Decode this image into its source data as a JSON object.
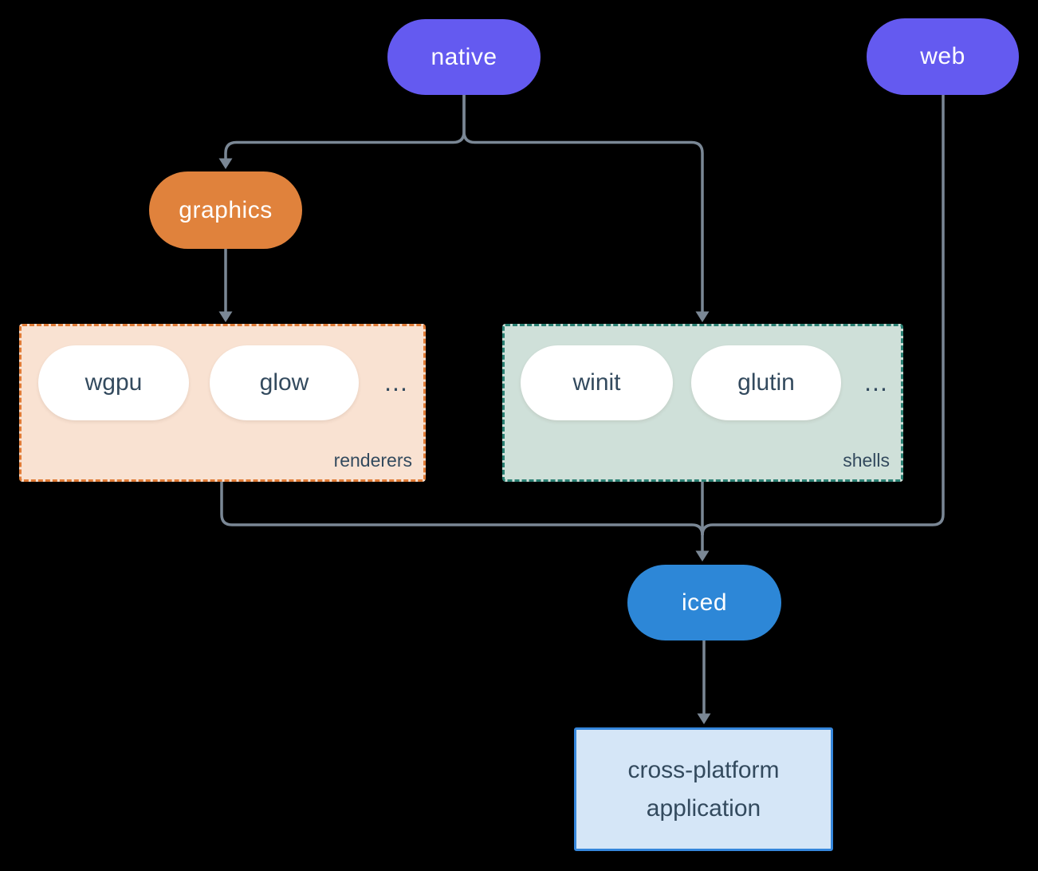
{
  "diagram": {
    "background_color": "#000000",
    "edge_color": "#7a8795",
    "nodes": {
      "native": {
        "label": "native",
        "fill": "#645af0",
        "text_color": "#ffffff"
      },
      "web": {
        "label": "web",
        "fill": "#645af0",
        "text_color": "#ffffff"
      },
      "graphics": {
        "label": "graphics",
        "fill": "#e0823c",
        "text_color": "#ffffff"
      },
      "iced": {
        "label": "iced",
        "fill": "#2d87d7",
        "text_color": "#ffffff"
      },
      "app": {
        "line1": "cross-platform",
        "line2": "application",
        "fill": "#d5e6f7",
        "border": "#3586db",
        "text_color": "#334a5e"
      }
    },
    "groups": {
      "renderers": {
        "label": "renderers",
        "fill": "#f9e2d2",
        "border": "#e07b36",
        "items": [
          {
            "label": "wgpu"
          },
          {
            "label": "glow"
          }
        ],
        "ellipsis": "...",
        "text_color": "#334a5e"
      },
      "shells": {
        "label": "shells",
        "fill": "#cfe0d9",
        "border": "#2a8073",
        "items": [
          {
            "label": "winit"
          },
          {
            "label": "glutin"
          }
        ],
        "ellipsis": "...",
        "text_color": "#334a5e"
      }
    },
    "edges": [
      {
        "from": "native",
        "to": "graphics"
      },
      {
        "from": "native",
        "to": "shells"
      },
      {
        "from": "graphics",
        "to": "renderers"
      },
      {
        "from": "renderers",
        "to": "iced"
      },
      {
        "from": "shells",
        "to": "iced"
      },
      {
        "from": "web",
        "to": "iced"
      },
      {
        "from": "iced",
        "to": "app"
      }
    ]
  }
}
